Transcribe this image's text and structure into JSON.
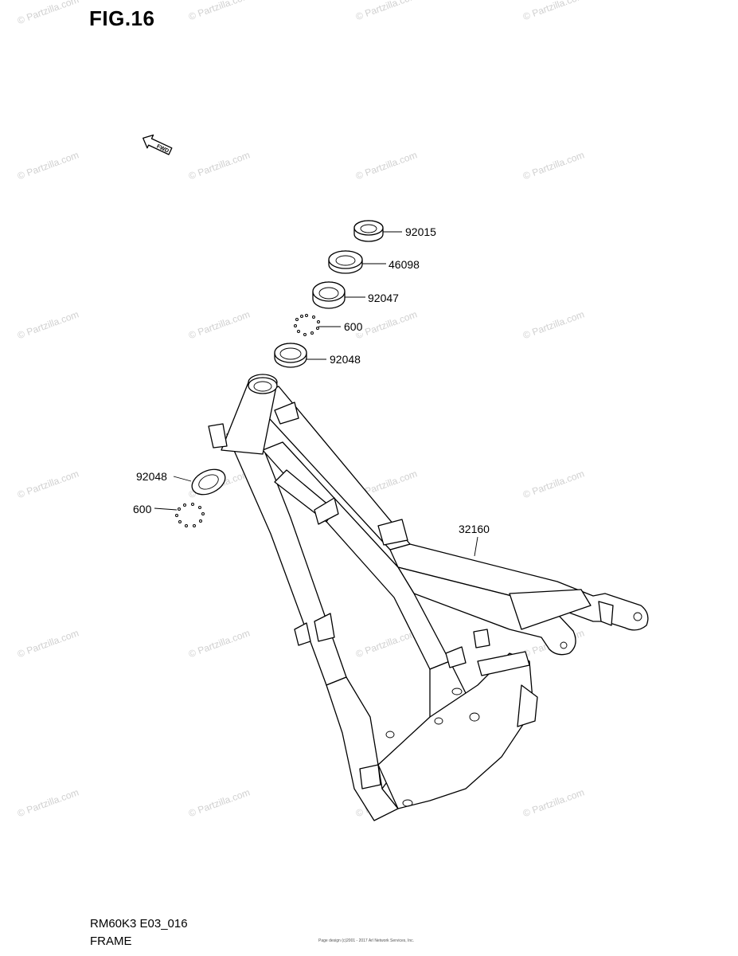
{
  "figure": {
    "title": "FIG.16",
    "model_code": "RM60K3 E03_016",
    "section_name": "FRAME"
  },
  "fwd_label": "FWD",
  "watermark_text": "© Partzilla.com",
  "footer_note": [
    "Page design (c)2001 - 2017 Arl Network Services, Inc."
  ],
  "parts": [
    {
      "number": "92015"
    },
    {
      "number": "46098"
    },
    {
      "number": "92047"
    },
    {
      "number": "600"
    },
    {
      "number": "92048"
    },
    {
      "number": "92048"
    },
    {
      "number": "600"
    },
    {
      "number": "32160"
    }
  ]
}
